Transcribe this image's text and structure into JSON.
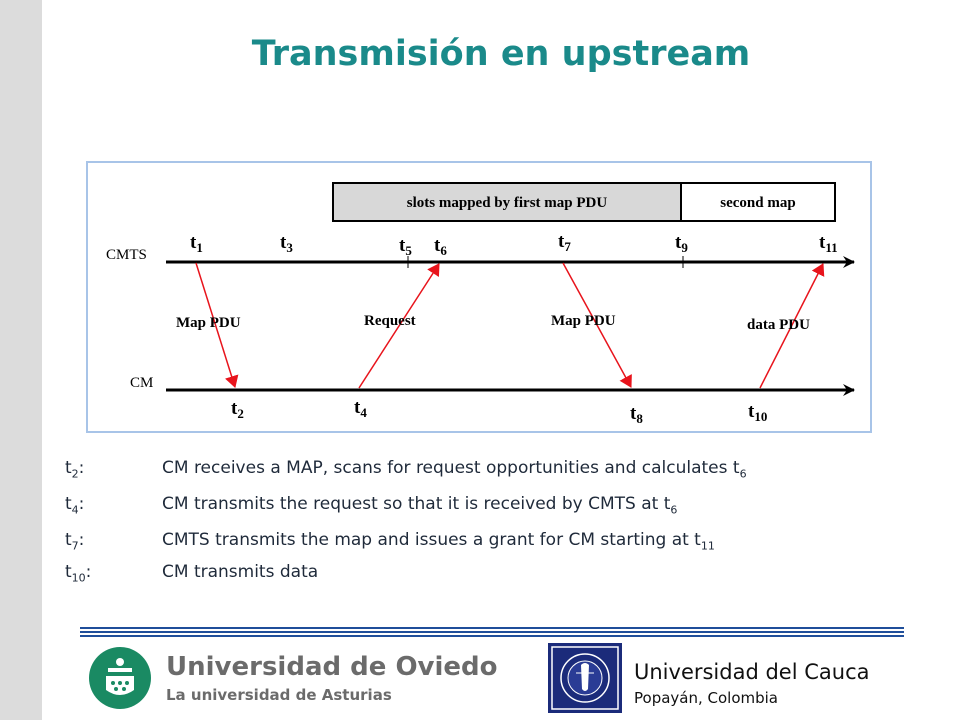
{
  "page": {
    "title": "Transmisión en upstream"
  },
  "diagram": {
    "map_box_first": "slots mapped by first map PDU",
    "map_box_second": "second map",
    "cmts_label": "CMTS",
    "cm_label": "CM",
    "arrow_map_pdu_1": "Map PDU",
    "arrow_request": "Request",
    "arrow_map_pdu_2": "Map PDU",
    "arrow_data_pdu": "data PDU",
    "times": [
      {
        "base": "t",
        "sub": "1"
      },
      {
        "base": "t",
        "sub": "3"
      },
      {
        "base": "t",
        "sub": "5"
      },
      {
        "base": "t",
        "sub": "6"
      },
      {
        "base": "t",
        "sub": "7"
      },
      {
        "base": "t",
        "sub": "9"
      },
      {
        "base": "t",
        "sub": "11"
      },
      {
        "base": "t",
        "sub": "2"
      },
      {
        "base": "t",
        "sub": "4"
      },
      {
        "base": "t",
        "sub": "8"
      },
      {
        "base": "t",
        "sub": "10"
      }
    ]
  },
  "notes": [
    {
      "key_base": "t",
      "key_sub": "2",
      "key_suffix": ":",
      "text": "CM receives a MAP, scans for request opportunities and  calculates t",
      "text_sub": "6"
    },
    {
      "key_base": "t",
      "key_sub": "4",
      "key_suffix": ":",
      "text": "CM transmits the request so that it is received by CMTS at t",
      "text_sub": "6"
    },
    {
      "key_base": "t",
      "key_sub": "7",
      "key_suffix": ":",
      "text": "CMTS transmits the map and issues a grant for CM starting at t",
      "text_sub": "11"
    },
    {
      "key_base": "t",
      "key_sub": "10",
      "key_suffix": ":",
      "text": "CM transmits data",
      "text_sub": ""
    }
  ],
  "footer": {
    "uo_name": "Universidad de Oviedo",
    "uo_subtitle": "La universidad de Asturias",
    "uc_name": "Universidad del Cauca",
    "uc_city": "Popayán, Colombia"
  }
}
